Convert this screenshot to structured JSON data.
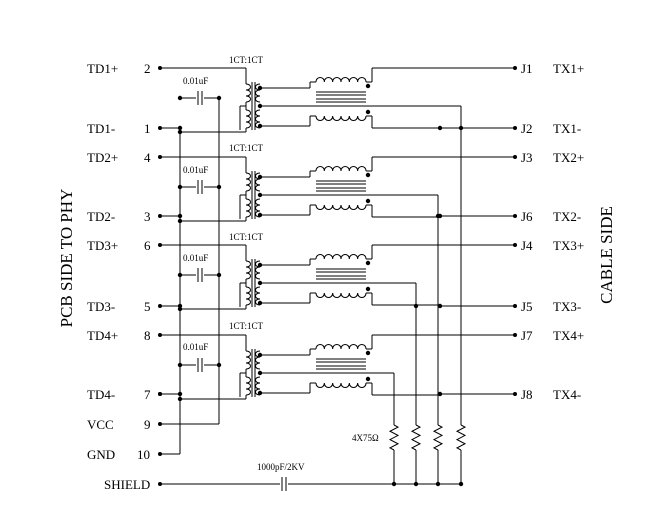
{
  "side_labels": {
    "left": "PCB SIDE TO PHY",
    "right": "CABLE SIDE"
  },
  "left_pins": [
    {
      "name": "TD1+",
      "num": "2"
    },
    {
      "name": "TD1-",
      "num": "1"
    },
    {
      "name": "TD2+",
      "num": "4"
    },
    {
      "name": "TD2-",
      "num": "3"
    },
    {
      "name": "TD3+",
      "num": "6"
    },
    {
      "name": "TD3-",
      "num": "5"
    },
    {
      "name": "TD4+",
      "num": "8"
    },
    {
      "name": "TD4-",
      "num": "7"
    },
    {
      "name": "VCC",
      "num": "9"
    },
    {
      "name": "GND",
      "num": "10"
    },
    {
      "name": "SHIELD",
      "num": ""
    }
  ],
  "right_pins": [
    {
      "jack": "J1",
      "name": "TX1+"
    },
    {
      "jack": "J2",
      "name": "TX1-"
    },
    {
      "jack": "J3",
      "name": "TX2+"
    },
    {
      "jack": "J6",
      "name": "TX2-"
    },
    {
      "jack": "J4",
      "name": "TX3+"
    },
    {
      "jack": "J5",
      "name": "TX3-"
    },
    {
      "jack": "J7",
      "name": "TX4+"
    },
    {
      "jack": "J8",
      "name": "TX4-"
    }
  ],
  "ratio_label": "1CT:1CT",
  "cap_label": "0.01uF",
  "resistor_label": "4X75Ω",
  "shield_cap_label": "1000pF/2KV"
}
